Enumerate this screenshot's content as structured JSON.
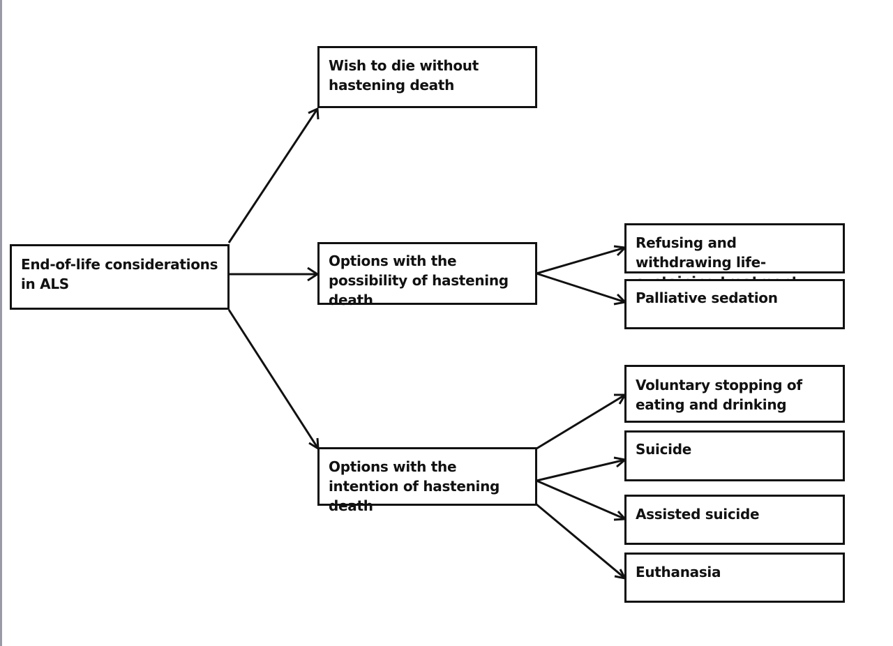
{
  "diagram": {
    "root": {
      "label": "End-of-life considerations in ALS"
    },
    "branches": [
      {
        "label": "Wish to die without hastening death",
        "children": []
      },
      {
        "label": "Options with the possibility of hastening death",
        "children": [
          {
            "label": "Refusing and withdrawing life-sustaining treatment"
          },
          {
            "label": "Palliative sedation"
          }
        ]
      },
      {
        "label": "Options with the intention of hastening death",
        "children": [
          {
            "label": "Voluntary stopping of eating and drinking"
          },
          {
            "label": "Suicide"
          },
          {
            "label": "Assisted suicide"
          },
          {
            "label": "Euthanasia"
          }
        ]
      }
    ]
  },
  "colors": {
    "stroke": "#111111",
    "background": "#ffffff",
    "edge": "#9a9aa6"
  }
}
